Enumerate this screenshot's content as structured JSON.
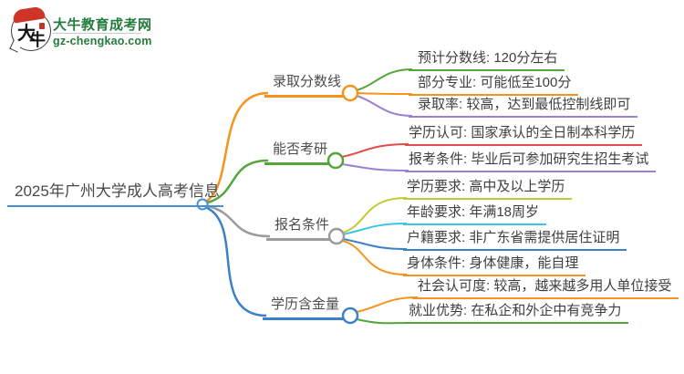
{
  "logo": {
    "icon_text_top": "大",
    "icon_text_bottom": "牛",
    "brand": "大牛教育成考网",
    "domain": "gz-chengkao.com"
  },
  "central": {
    "title": "2025年广州大学成人高考信息"
  },
  "colors": {
    "central_blue": "#4590D2",
    "orange": "#F6931E",
    "green": "#54A53C",
    "purple": "#9C80D6",
    "red": "#E04B4B",
    "olive": "#C2CB35",
    "cyan": "#3BC6E8",
    "blue": "#3B80C9",
    "gray": "#9A9A9A",
    "brand_green": "#267B3E"
  },
  "branches": [
    {
      "label": "录取分数线",
      "color": "#F6931E",
      "items": [
        {
          "text": "预计分数线: 120分左右",
          "color": "#54A53C"
        },
        {
          "text": "部分专业: 可能低至100分",
          "color": "#F6931E"
        },
        {
          "text": "录取率: 较高，达到最低控制线即可",
          "color": "#9C80D6"
        }
      ]
    },
    {
      "label": "能否考研",
      "color": "#54A53C",
      "items": [
        {
          "text": "学历认可: 国家承认的全日制本科学历",
          "color": "#E04B4B"
        },
        {
          "text": "报考条件: 毕业后可参加研究生招生考试",
          "color": "#9C80D6"
        }
      ]
    },
    {
      "label": "报名条件",
      "color": "#9A9A9A",
      "items": [
        {
          "text": "学历要求: 高中及以上学历",
          "color": "#C2CB35"
        },
        {
          "text": "年龄要求: 年满18周岁",
          "color": "#3BC6E8"
        },
        {
          "text": "户籍要求: 非广东省需提供居住证明",
          "color": "#3B80C9"
        },
        {
          "text": "身体条件: 身体健康，能自理",
          "color": "#F6931E"
        }
      ]
    },
    {
      "label": "学历含金量",
      "color": "#3B80C9",
      "items": [
        {
          "text": "社会认可度: 较高，越来越多用人单位接受",
          "color": "#F6931E"
        },
        {
          "text": "就业优势: 在私企和外企中有竞争力",
          "color": "#54A53C"
        }
      ]
    }
  ]
}
